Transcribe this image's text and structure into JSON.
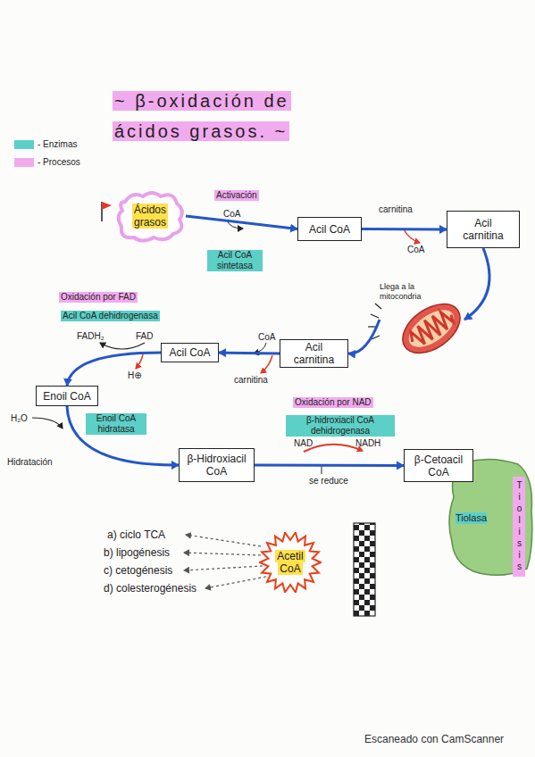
{
  "diagram": {
    "title": "~ β-oxidación de ácidos grasos. ~",
    "nodes": [
      {
        "text": [
          "Ácidos grasos"
        ]
      },
      {
        "text": [
          "Acil CoA"
        ]
      },
      {
        "text": [
          "Acil carnitina"
        ]
      },
      {
        "text": [
          "Llega a la mitocondria"
        ]
      },
      {
        "text": [
          "Acil carnitina"
        ]
      },
      {
        "text": [
          "Acil CoA"
        ]
      },
      {
        "text": [
          "Enoil CoA"
        ]
      },
      {
        "text": [
          "β-Hidroxiacil CoA"
        ]
      },
      {
        "text": [
          "β-Cetoacil CoA"
        ]
      },
      {
        "text": [
          "Tiolasa",
          "Tiolisis"
        ]
      },
      {
        "text": [
          "Acetil CoA"
        ]
      }
    ],
    "edges": [
      {
        "from": 0,
        "to": 1,
        "arrow": "to"
      },
      {
        "from": 1,
        "to": 2,
        "arrow": "to"
      },
      {
        "from": 2,
        "to": 3,
        "arrow": "to"
      },
      {
        "from": 3,
        "to": 4,
        "arrow": "to"
      },
      {
        "from": 4,
        "to": 5,
        "arrow": "to"
      },
      {
        "from": 5,
        "to": 6,
        "arrow": "to"
      },
      {
        "from": 6,
        "to": 7,
        "arrow": "to"
      },
      {
        "from": 7,
        "to": 8,
        "arrow": "to"
      }
    ],
    "labels": [
      "Activación",
      "CoA",
      "Acil CoA sintetasa",
      "carnitina",
      "CoA",
      "Oxidación por FAD",
      "Acil CoA dehidrogenasa",
      "FADH₂",
      "FAD",
      "H⊕",
      "CoA",
      "carnitina",
      "H₂O",
      "Enoil CoA hidratasa",
      "Hidratación",
      "Oxidación por NAD",
      "β-hidroxiacil CoA dehidrogenasa",
      "NAD",
      "NADH",
      "se reduce",
      "a) ciclo TCA",
      "b) lipogénesis",
      "c) cetogénesis",
      "d) colesterogénesis",
      "Escaneado con CamScanner"
    ],
    "legend": [
      {
        "text": "- Enzimas",
        "color": "#5ccfc6"
      },
      {
        "text": "- Procesos",
        "color": "#f2aaef"
      }
    ]
  }
}
